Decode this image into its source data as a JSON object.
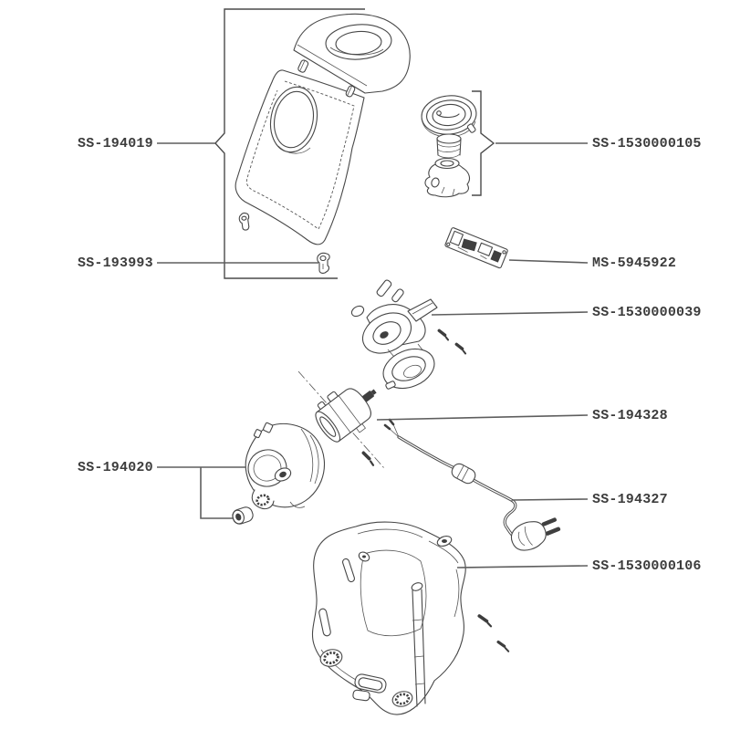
{
  "diagram": {
    "background_color": "#ffffff",
    "line_color": "#474747",
    "label_color": "#3c3c3c",
    "part_labels": [
      {
        "id": "SS-194019"
      },
      {
        "id": "SS-193993"
      },
      {
        "id": "SS-194020"
      },
      {
        "id": "SS-1530000105"
      },
      {
        "id": "MS-5945922"
      },
      {
        "id": "SS-1530000039"
      },
      {
        "id": "SS-194328"
      },
      {
        "id": "SS-194327"
      },
      {
        "id": "SS-1530000106"
      }
    ]
  }
}
